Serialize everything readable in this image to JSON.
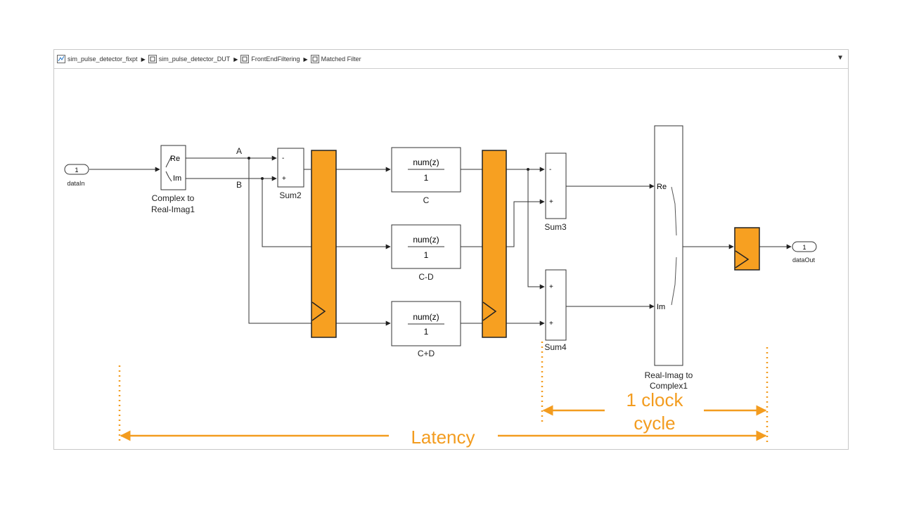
{
  "breadcrumb": {
    "items": [
      {
        "label": "sim_pulse_detector_fixpt"
      },
      {
        "label": "sim_pulse_detector_DUT"
      },
      {
        "label": "FrontEndFiltering"
      },
      {
        "label": "Matched Filter"
      }
    ],
    "separator": "▶",
    "menu": "▼"
  },
  "blocks": {
    "inport": {
      "number": "1",
      "name": "dataIn"
    },
    "complex_to_real": {
      "port_re": "Re",
      "port_im": "Im",
      "name_line1": "Complex to",
      "name_line2": "Real-Imag1"
    },
    "signal_a": "A",
    "signal_b": "B",
    "sum2": {
      "name": "Sum2",
      "sign1": "-",
      "sign2": "+"
    },
    "filter_c": {
      "num": "num(z)",
      "den": "1",
      "name": "C"
    },
    "filter_cd": {
      "num": "num(z)",
      "den": "1",
      "name": "C-D"
    },
    "filter_cpd": {
      "num": "num(z)",
      "den": "1",
      "name": "C+D"
    },
    "sum3": {
      "name": "Sum3",
      "sign1": "-",
      "sign2": "+"
    },
    "sum4": {
      "name": "Sum4",
      "sign1": "+",
      "sign2": "+"
    },
    "real_to_complex": {
      "port_re": "Re",
      "port_im": "Im",
      "name_line1": "Real-Imag to",
      "name_line2": "Complex1"
    },
    "outport": {
      "number": "1",
      "name": "dataOut"
    }
  },
  "annotations": {
    "latency": "Latency",
    "clock_line1": "1 clock",
    "clock_line2": "cycle"
  },
  "colors": {
    "register_fill": "#f7a021",
    "annotation": "#f39c1f",
    "line": "#333333"
  }
}
